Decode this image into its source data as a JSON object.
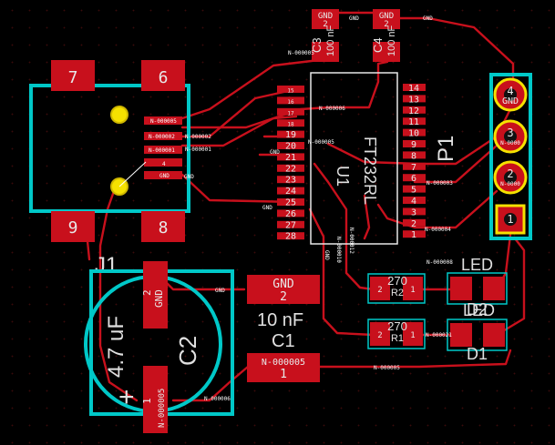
{
  "colors": {
    "background": "#000000",
    "copper": "#c8101c",
    "silkscreen": "#00c8c8",
    "pad_text": "#e8e8e8",
    "hole": "#f5e100"
  },
  "j1": {
    "ref": "J1",
    "shield_pads": [
      "7",
      "6",
      "9",
      "8"
    ],
    "pin_labels": [
      "N-000005",
      "N-000002",
      "N-000001",
      "4",
      "GND"
    ]
  },
  "c2": {
    "ref": "C2",
    "value": "4.7 uF",
    "polarity": "+",
    "pin2": {
      "num": "2",
      "net": "GND"
    },
    "pin1": {
      "num": "1",
      "net": "N-000005"
    }
  },
  "c1": {
    "ref": "C1",
    "value": "10 nF",
    "pin2": {
      "num": "2",
      "net": "GND"
    },
    "pin1": {
      "num": "1",
      "net": "N-000005"
    }
  },
  "c3": {
    "ref": "C3",
    "value": "100 nF",
    "pad_net": "GND",
    "pad_num": "2"
  },
  "c4": {
    "ref": "C4",
    "value": "100 nF",
    "pad_net": "GND",
    "pad_num": "2"
  },
  "u1": {
    "ref": "U1",
    "value": "FT232RL",
    "left_pins": [
      "15",
      "16",
      "17",
      "18",
      "19",
      "20",
      "21",
      "22",
      "23",
      "24",
      "25",
      "26",
      "27",
      "28"
    ],
    "right_pins": [
      "14",
      "13",
      "12",
      "11",
      "10",
      "9",
      "8",
      "7",
      "6",
      "5",
      "4",
      "3",
      "2",
      "1"
    ]
  },
  "p1": {
    "ref": "P1",
    "pins": [
      {
        "num": "4",
        "net": "GND"
      },
      {
        "num": "3",
        "net": "N-0000"
      },
      {
        "num": "2",
        "net": "N-0000"
      },
      {
        "num": "1",
        "net": ""
      }
    ]
  },
  "r1": {
    "ref": "R1",
    "value": "270",
    "pins": [
      "2",
      "1"
    ]
  },
  "r2": {
    "ref": "R2",
    "value": "270",
    "pins": [
      "2",
      "1"
    ]
  },
  "d1": {
    "ref": "D1",
    "value": "LED"
  },
  "d2": {
    "ref": "D2",
    "value": "LED"
  },
  "nets": {
    "gnd": "GND",
    "n5": "N-000005",
    "n6": "N-000006",
    "n2": "N-000002",
    "n1": "N-000001",
    "n3": "N-000003",
    "n4": "N-000004",
    "n10": "N-000010",
    "n12": "N-000012",
    "n21": "N-000021",
    "n8": "N-000008"
  }
}
